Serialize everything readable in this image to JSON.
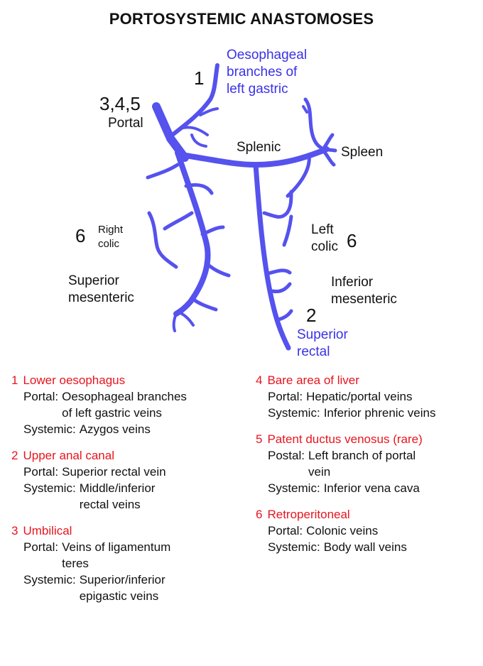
{
  "title": "PORTOSYSTEMIC ANASTOMOSES",
  "diagram": {
    "vessel_color": "#5552ee",
    "labels": {
      "oesophageal": "Oesophageal\nbranches of\nleft gastric",
      "num1": "1",
      "num345": "3,4,5",
      "portal": "Portal",
      "splenic": "Splenic",
      "spleen": "Spleen",
      "num6_left": "6",
      "right_colic": "Right\ncolic",
      "left_colic": "Left\ncolic",
      "num6_right": "6",
      "superior_mesenteric": "Superior\nmesenteric",
      "inferior_mesenteric": "Inferior\nmesenteric",
      "num2": "2",
      "superior_rectal": "Superior\nrectal"
    }
  },
  "legend": {
    "heading_color": "#e8141e",
    "left": [
      {
        "num": "1",
        "heading": "Lower oesophagus",
        "rows": [
          {
            "k": "Portal:",
            "v": "Oesophageal branches\nof left gastric veins"
          },
          {
            "k": "Systemic:",
            "v": "Azygos veins"
          }
        ]
      },
      {
        "num": "2",
        "heading": "Upper anal canal",
        "rows": [
          {
            "k": "Portal:",
            "v": "Superior rectal vein"
          },
          {
            "k": "Systemic:",
            "v": "Middle/inferior\nrectal veins"
          }
        ]
      },
      {
        "num": "3",
        "heading": "Umbilical",
        "rows": [
          {
            "k": "Portal:",
            "v": "Veins of ligamentum\nteres"
          },
          {
            "k": "Systemic:",
            "v": "Superior/inferior\nepigastic veins"
          }
        ]
      }
    ],
    "right": [
      {
        "num": "4",
        "heading": "Bare area of liver",
        "rows": [
          {
            "k": "Portal:",
            "v": "Hepatic/portal veins"
          },
          {
            "k": "Systemic:",
            "v": "Inferior phrenic veins"
          }
        ]
      },
      {
        "num": "5",
        "heading": "Patent ductus venosus (rare)",
        "rows": [
          {
            "k": "Postal:",
            "v": "Left branch of portal\nvein"
          },
          {
            "k": "Systemic:",
            "v": "Inferior vena cava"
          }
        ]
      },
      {
        "num": "6",
        "heading": "Retroperitoneal",
        "rows": [
          {
            "k": "Portal:",
            "v": "Colonic veins"
          },
          {
            "k": "Systemic:",
            "v": "Body wall veins"
          }
        ]
      }
    ]
  }
}
